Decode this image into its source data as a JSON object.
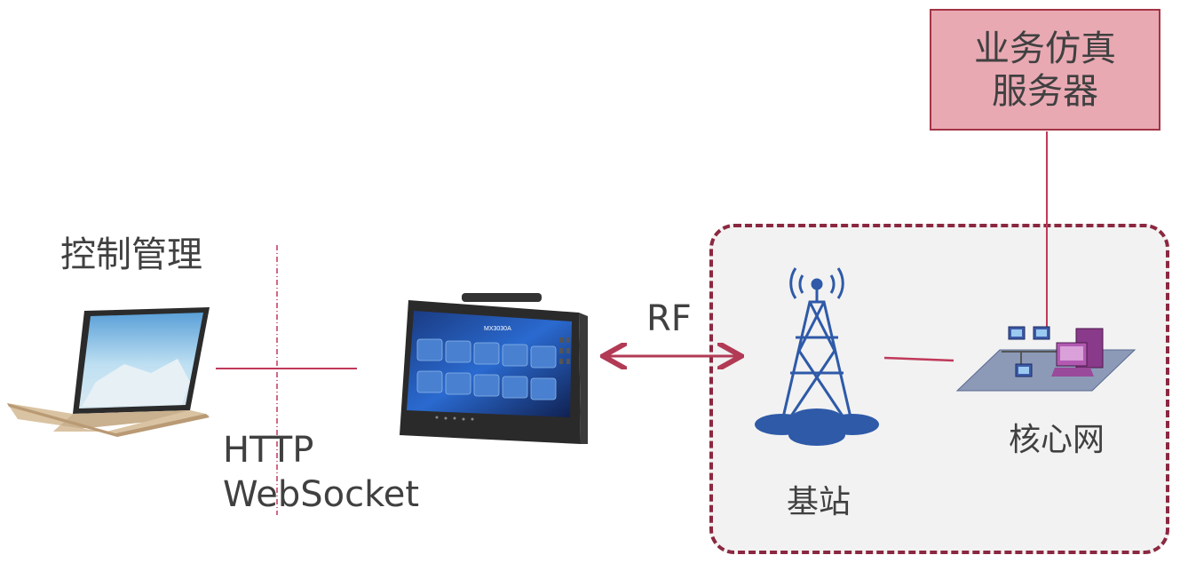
{
  "labels": {
    "control": "控制管理",
    "protocol_line1": "HTTP",
    "protocol_line2": "WebSocket",
    "rf": "RF",
    "base_station": "基站",
    "core_network": "核心网"
  },
  "server": {
    "line1": "业务仿真",
    "line2": "服务器"
  },
  "device": {
    "model": "MX3030A"
  },
  "colors": {
    "connector": "#c0395a",
    "zone_border": "#8b2840",
    "zone_fill": "#f2f2f2",
    "server_fill": "#e8a9b3",
    "server_border": "#a43445",
    "tower": "#2e5aa8"
  }
}
